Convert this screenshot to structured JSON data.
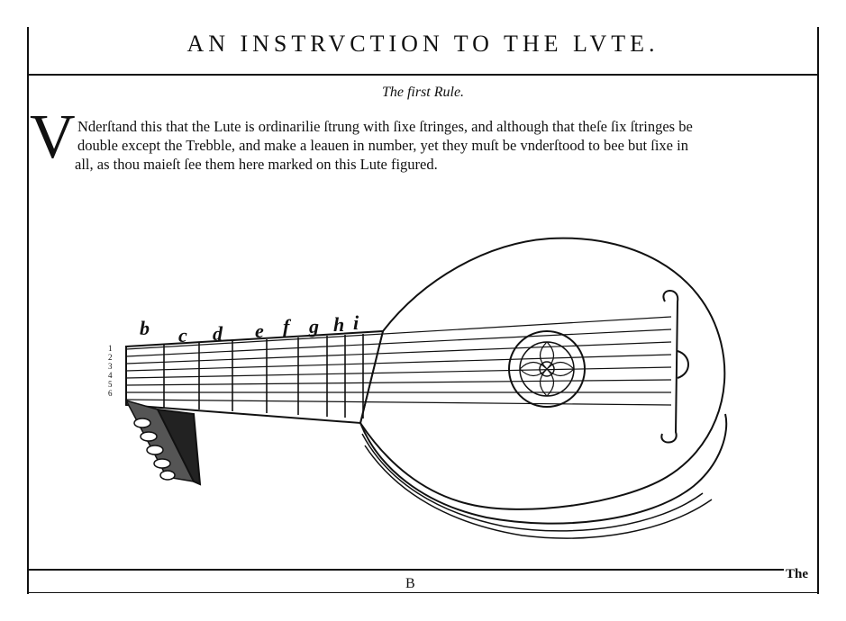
{
  "header": {
    "title": "AN INSTRVCTION TO THE LVTE."
  },
  "rule_heading": "The first Rule.",
  "paragraph": {
    "drop_cap": "V",
    "line1": "Nderſtand this that the Lute is ordinarilie ſtrung with ſixe ſtringes, and although that theſe ſix ſtringes be",
    "line2": "double except the Trebble, and make a leauen in number, yet they muſt be vnderſtood to bee but ſixe in",
    "line3": "all, as thou maieſt ſee them here marked on this Lute figured."
  },
  "fret_letters": [
    "b",
    "c",
    "d",
    "e",
    "f",
    "g",
    "h",
    "i"
  ],
  "string_letters": [
    "1",
    "2",
    "3",
    "4",
    "5",
    "6"
  ],
  "footer": {
    "signature": "B",
    "catchword": "The"
  },
  "colors": {
    "ink": "#111111",
    "paper": "#ffffff"
  }
}
